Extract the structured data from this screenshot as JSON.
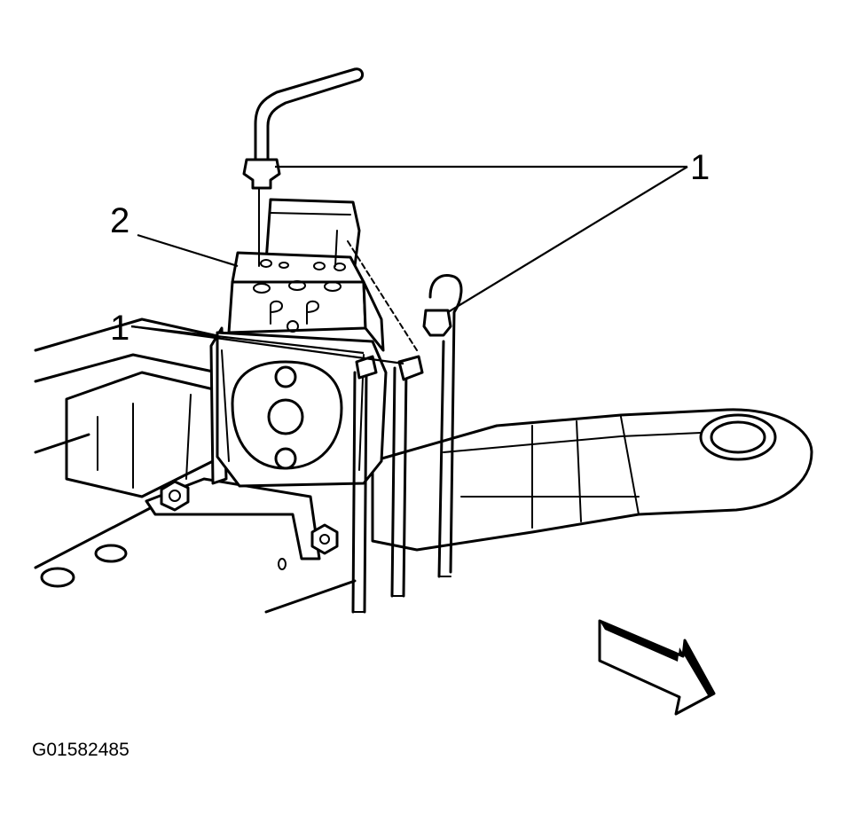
{
  "callouts": {
    "fittings_top": "1",
    "modulator": "2",
    "fittings_side": "1"
  },
  "figure_id": "G01582485",
  "colors": {
    "line": "#000000",
    "background": "#ffffff"
  },
  "icons": {
    "direction_arrow": "arrow-front-of-vehicle-icon"
  }
}
